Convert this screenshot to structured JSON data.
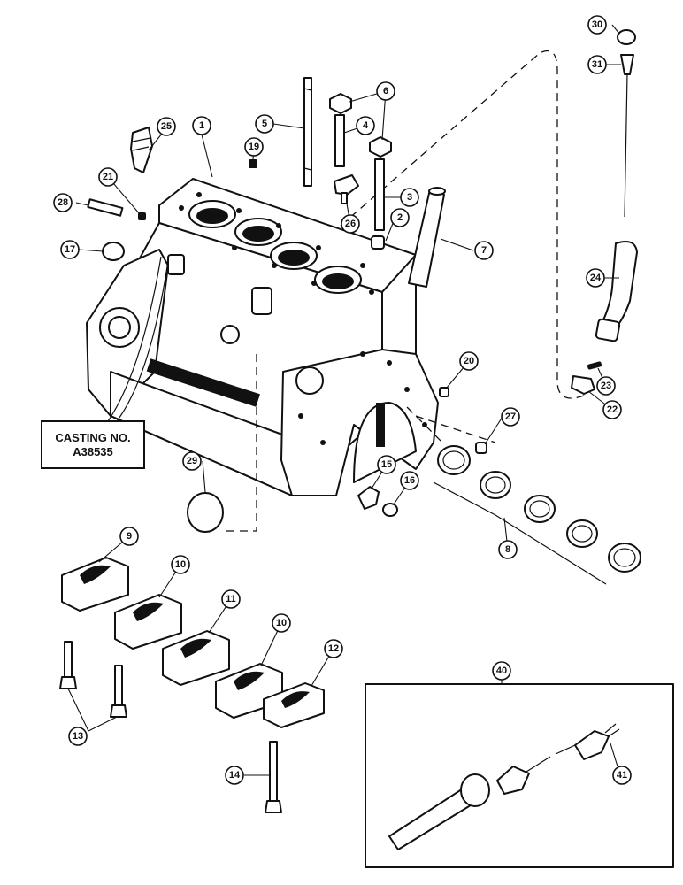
{
  "casting_label": {
    "line1": "CASTING NO.",
    "line2": "A38535"
  },
  "callouts": [
    {
      "id": "1",
      "label": "1"
    },
    {
      "id": "2",
      "label": "2"
    },
    {
      "id": "3",
      "label": "3"
    },
    {
      "id": "4",
      "label": "4"
    },
    {
      "id": "5",
      "label": "5"
    },
    {
      "id": "6",
      "label": "6"
    },
    {
      "id": "7",
      "label": "7"
    },
    {
      "id": "8",
      "label": "8"
    },
    {
      "id": "9",
      "label": "9"
    },
    {
      "id": "10a",
      "label": "10"
    },
    {
      "id": "10b",
      "label": "10"
    },
    {
      "id": "11",
      "label": "11"
    },
    {
      "id": "12",
      "label": "12"
    },
    {
      "id": "13",
      "label": "13"
    },
    {
      "id": "14",
      "label": "14"
    },
    {
      "id": "15",
      "label": "15"
    },
    {
      "id": "16",
      "label": "16"
    },
    {
      "id": "17",
      "label": "17"
    },
    {
      "id": "19",
      "label": "19"
    },
    {
      "id": "20",
      "label": "20"
    },
    {
      "id": "21",
      "label": "21"
    },
    {
      "id": "22",
      "label": "22"
    },
    {
      "id": "23",
      "label": "23"
    },
    {
      "id": "24",
      "label": "24"
    },
    {
      "id": "25",
      "label": "25"
    },
    {
      "id": "26",
      "label": "26"
    },
    {
      "id": "27",
      "label": "27"
    },
    {
      "id": "28",
      "label": "28"
    },
    {
      "id": "29",
      "label": "29"
    },
    {
      "id": "30",
      "label": "30"
    },
    {
      "id": "31",
      "label": "31"
    },
    {
      "id": "40",
      "label": "40"
    },
    {
      "id": "41",
      "label": "41"
    }
  ]
}
